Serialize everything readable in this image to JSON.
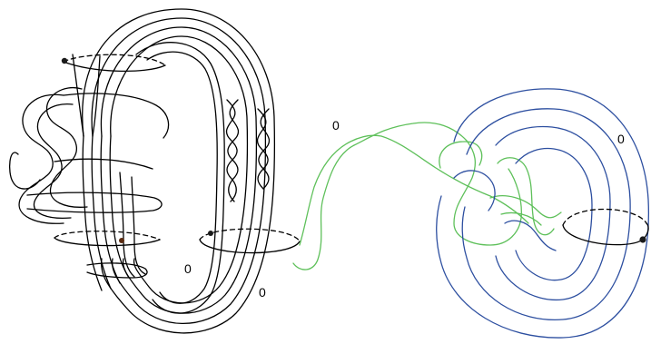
{
  "labels": {
    "framing_green": "0",
    "framing_blue": "0",
    "framing_inner_strand": "0",
    "framing_outer_strand": "0"
  },
  "colors": {
    "strand": "#000000",
    "green_component": "#5ec05a",
    "blue_component": "#2d4fa0",
    "dot_dark": "#1a1a1a",
    "dot_brown": "#5a2a10"
  }
}
